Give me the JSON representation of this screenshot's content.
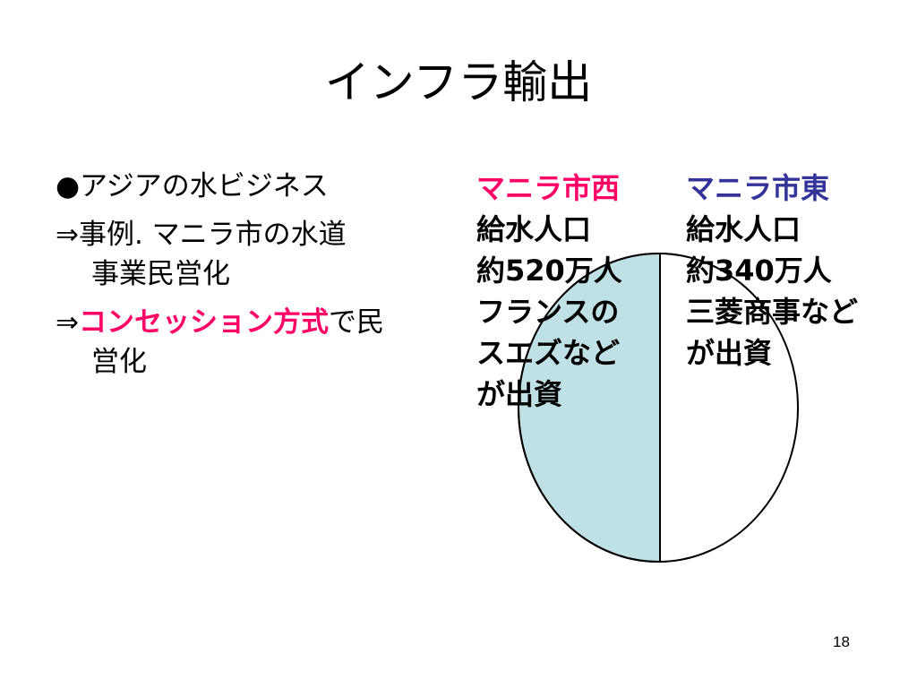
{
  "slide": {
    "title": "インフラ輸出",
    "page_number": "18"
  },
  "bullets": {
    "line1": "●アジアの水ビジネス",
    "line2": "⇒事例. マニラ市の水道",
    "line2_cont": "事業民営化",
    "line3_prefix": "⇒",
    "line3_highlight": "コンセッション方式",
    "line3_suffix": "で民",
    "line3_cont": "営化"
  },
  "west": {
    "name": "マニラ市西",
    "line1": "給水人口",
    "line2": "約520万人",
    "line3": "フランスの",
    "line4": "スエズなど",
    "line5": "が出資"
  },
  "east": {
    "name": "マニラ市東",
    "line1": "給水人口",
    "line2": "約340万人",
    "line3": "三菱商事など",
    "line4": "が出資"
  },
  "colors": {
    "accent": "#ff0066",
    "east_name": "#333399",
    "pie_fill": "#bfe0e4",
    "pie_stroke": "#000000"
  }
}
